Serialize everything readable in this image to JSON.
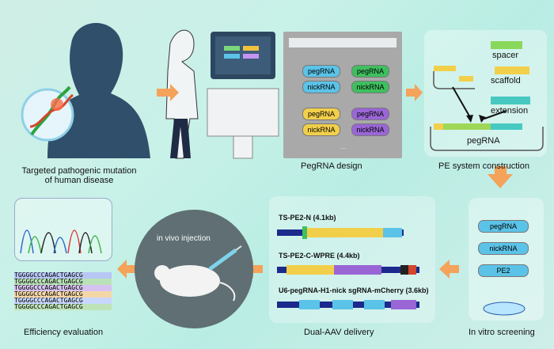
{
  "colors": {
    "accent": "#f5a25a",
    "pegRNA_blue": "#5bc3e8",
    "pegRNA_green": "#3fbf5f",
    "yellow": "#f2cf4b",
    "purple": "#9a66d6",
    "teal": "#47c9c2",
    "navy": "#1b2a8c"
  },
  "steps": {
    "target_mutation": {
      "line1": "Targeted pathogenic mutation",
      "line2": "of human disease"
    },
    "pegrna_design": {
      "label": "PegRNA design"
    },
    "pe_system": {
      "label": "PE system construction"
    },
    "in_vitro": {
      "label": "In vitro screening"
    },
    "dual_aav": {
      "label": "Dual-AAV delivery"
    },
    "efficiency": {
      "label": "Efficiency evaluation"
    }
  },
  "pegrna_panel": {
    "rows": [
      [
        "pegRNA",
        "pegRNA"
      ],
      [
        "nickRNA",
        "nickRNA"
      ],
      [
        "pegRNA",
        "pegRNA"
      ],
      [
        "nickRNA",
        "nickRNA"
      ]
    ],
    "ellipsis": "..."
  },
  "pe_legend": {
    "spacer": "spacer",
    "scaffold": "scaffold",
    "extension": "extension",
    "product": "pegRNA"
  },
  "screening": {
    "items": [
      "pegRNA",
      "nickRNA",
      "PE2"
    ]
  },
  "constructs": [
    {
      "label": "TS-PE2-N (4.1kb)"
    },
    {
      "label": "TS-PE2-C-WPRE (4.4kb)"
    },
    {
      "label": "U6-pegRNA-H1-nick sgRNA-mCherry (3.6kb)"
    }
  ],
  "in_vivo": {
    "label": "in vivo injection"
  },
  "seq_rows": [
    "TGGGGCCCAGACTGAGCG",
    "TGGGGCCCAGACTGAGCG",
    "TGGGGCCCAGACTGAGCG",
    "TGGGGCCCAGACTGAGCG",
    "TGGGGCCCAGACTGAGCG",
    "TGGGGCCCAGACTGAGCG"
  ]
}
